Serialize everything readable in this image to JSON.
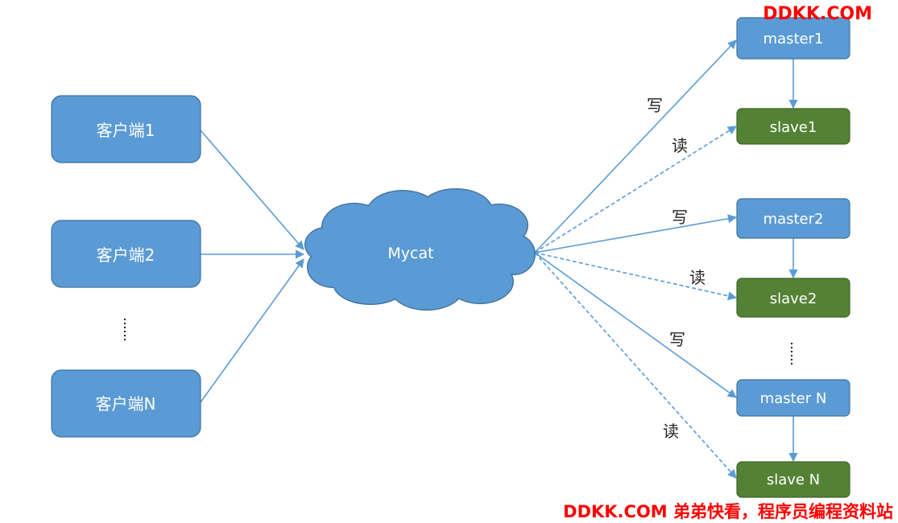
{
  "colors": {
    "blue_fill": "#5b9bd5",
    "blue_stroke": "#41719c",
    "green_fill": "#548235",
    "green_stroke": "#3e6327",
    "edge": "#5b9bd5",
    "watermark": "#ff0000"
  },
  "clients": [
    {
      "label": "客户端1"
    },
    {
      "label": "客户端2"
    },
    {
      "label": "客户端N"
    }
  ],
  "hub": {
    "label": "Mycat"
  },
  "servers": [
    {
      "label": "master1",
      "role": "master"
    },
    {
      "label": "slave1",
      "role": "slave"
    },
    {
      "label": "master2",
      "role": "master"
    },
    {
      "label": "slave2",
      "role": "slave"
    },
    {
      "label": "master N",
      "role": "master"
    },
    {
      "label": "slave N",
      "role": "slave"
    }
  ],
  "edge_labels": {
    "write": "写",
    "read": "读"
  },
  "watermark": {
    "top": "DDKK.COM",
    "bottom": "DDKK.COM 弟弟快看，程序员编程资料站"
  }
}
